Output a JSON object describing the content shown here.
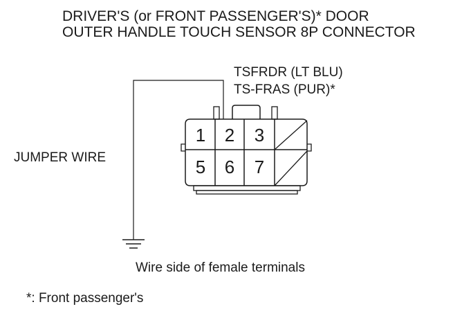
{
  "title": {
    "line1": "DRIVER'S (or FRONT PASSENGER'S)* DOOR",
    "line2": "OUTER HANDLE TOUCH SENSOR 8P CONNECTOR"
  },
  "wire_labels": {
    "line1": "TSFRDR (LT BLU)",
    "line2": "TS-FRAS (PUR)*"
  },
  "jumper_label": "JUMPER WIRE",
  "ground_symbol": "ground-icon",
  "connector": {
    "top_row": [
      "1",
      "2",
      "3",
      ""
    ],
    "bottom_row": [
      "5",
      "6",
      "7",
      ""
    ]
  },
  "caption": "Wire side of female terminals",
  "footnote": "*: Front passenger's"
}
